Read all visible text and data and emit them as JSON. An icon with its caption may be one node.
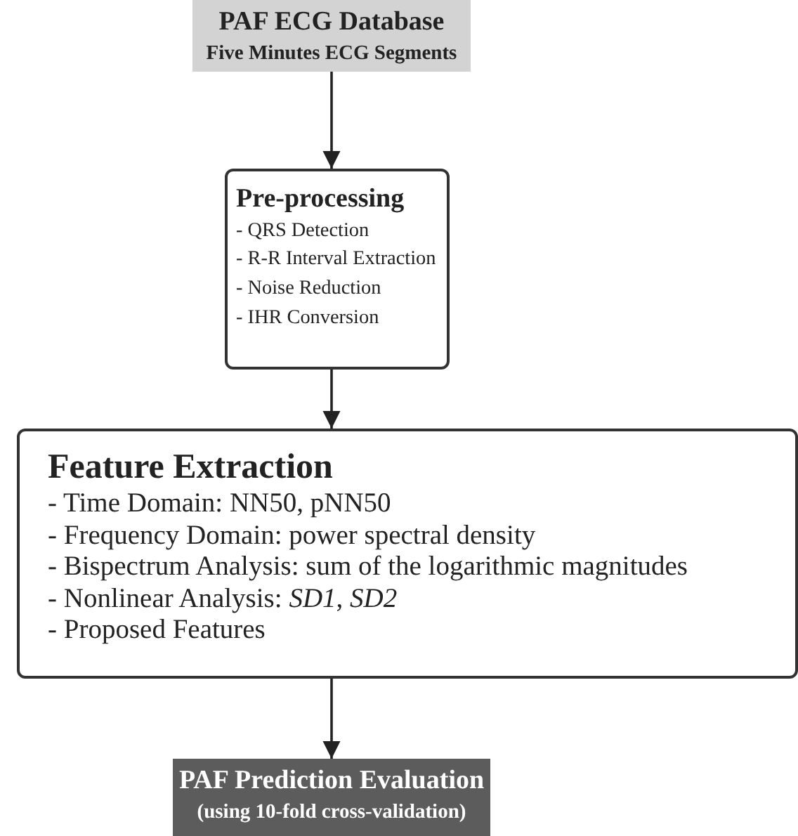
{
  "diagram": {
    "nodes": [
      {
        "text": [
          "PAF ECG Database",
          "Five Minutes ECG Segments"
        ]
      },
      {
        "text": [
          "Pre-processing",
          "- QRS Detection",
          "- R-R Interval Extraction",
          "- Noise Reduction",
          "- IHR Conversion"
        ]
      },
      {
        "text": [
          "Feature Extraction",
          "- Time Domain: NN50, pNN50",
          "- Frequency Domain: power spectral density",
          "- Bispectrum Analysis: sum of the logarithmic magnitudes",
          "- Nonlinear Analysis: *SD1*, *SD2*",
          "- Proposed Features"
        ]
      },
      {
        "text": [
          "PAF Prediction Evaluation",
          "(using 10-fold cross-validation)"
        ]
      }
    ],
    "edges": [
      {
        "from": 0,
        "to": 1,
        "arrow": "to"
      },
      {
        "from": 1,
        "to": 2,
        "arrow": "to"
      },
      {
        "from": 2,
        "to": 3,
        "arrow": "to"
      }
    ]
  }
}
